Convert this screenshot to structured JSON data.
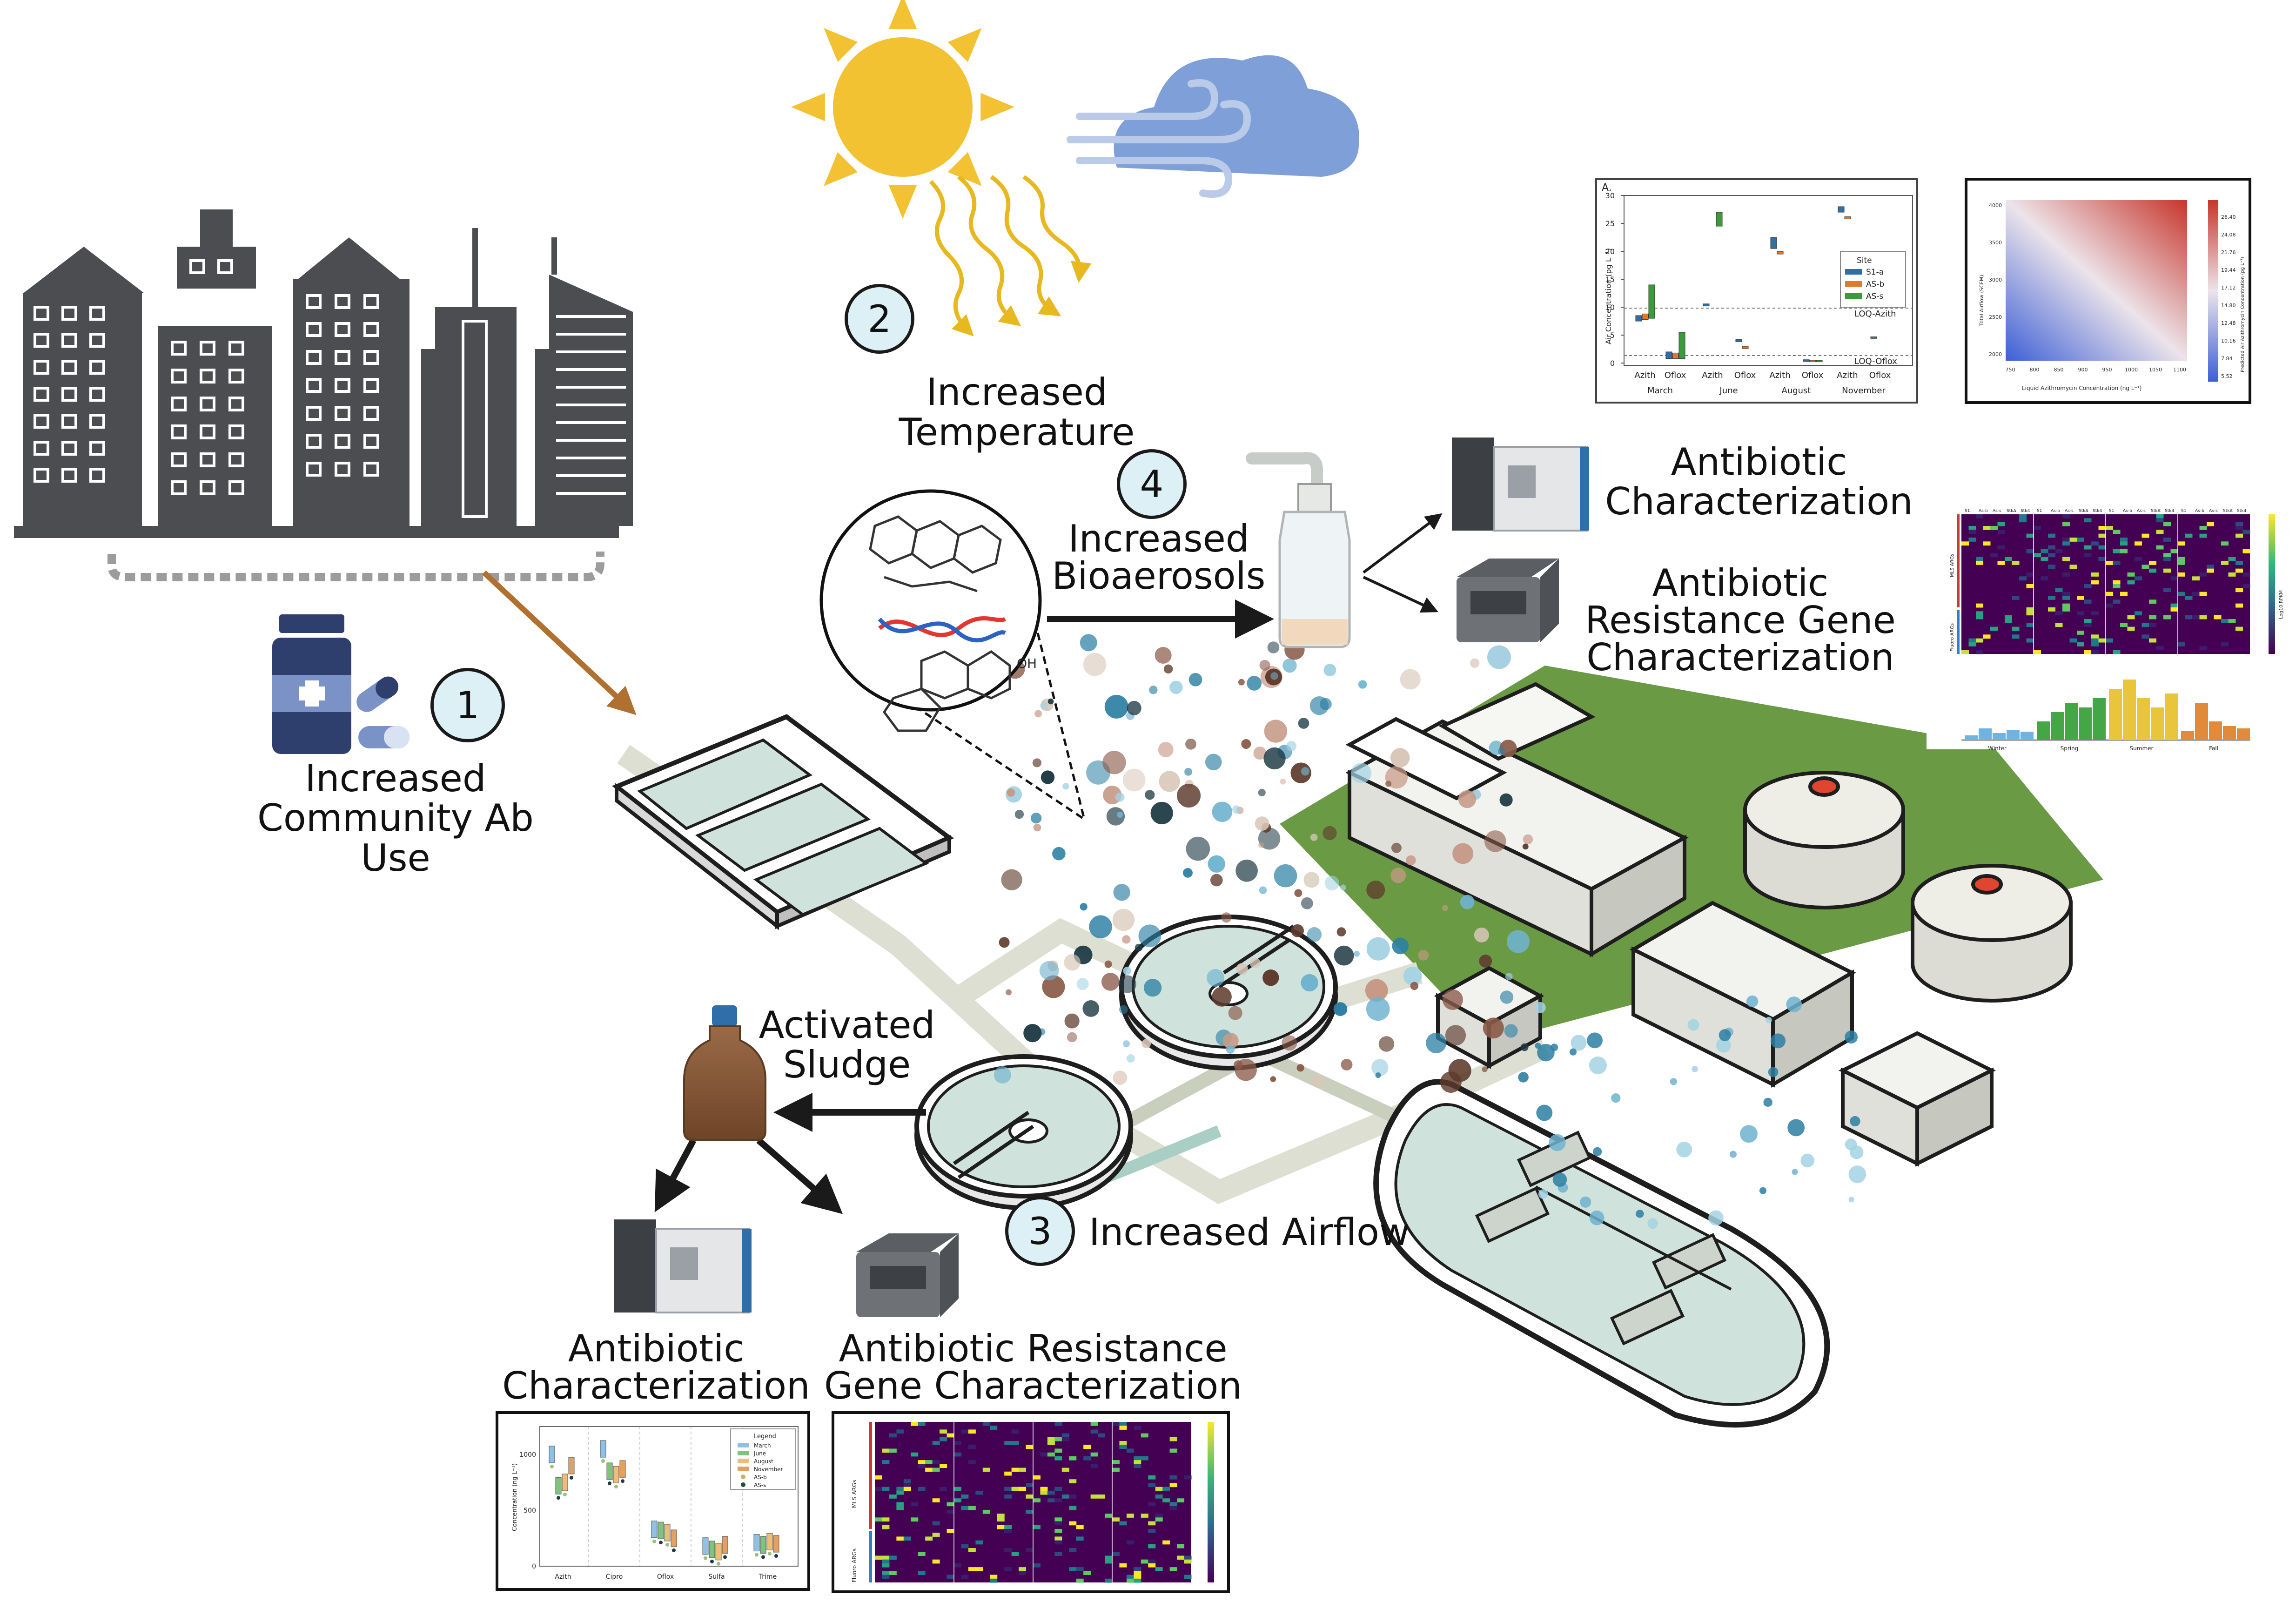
{
  "labels": {
    "temperature": "Increased Temperature",
    "community_line1": "Increased",
    "community_line2": "Community Ab Use",
    "bioaerosols_line1": "Increased",
    "bioaerosols_line2": "Bioaerosols",
    "airflow": "Increased Airflow",
    "sludge_line1": "Activated",
    "sludge_line2": "Sludge",
    "air_antibiotic_line1": "Antibiotic",
    "air_antibiotic_line2": "Characterization",
    "air_arg_line1": "Antibiotic",
    "air_arg_line2": "Resistance Gene",
    "air_arg_line3": "Characterization",
    "sludge_antibiotic_line1": "Antibiotic",
    "sludge_antibiotic_line2": "Characterization",
    "sludge_arg_line1": "Antibiotic Resistance",
    "sludge_arg_line2": "Gene Characterization"
  },
  "steps": [
    "1",
    "2",
    "3",
    "4"
  ],
  "molecule_label": "OH",
  "mini_charts": {
    "air_boxplot": {
      "panel_tag": "A.",
      "ylabel": "Air Concentration (pg L⁻¹)",
      "yticks": [
        "0",
        "5",
        "10",
        "15",
        "20",
        "25",
        "30"
      ],
      "drugs": [
        "Azith",
        "Oflox",
        "Azith",
        "Oflox",
        "Azith",
        "Oflox",
        "Azith",
        "Oflox"
      ],
      "months": [
        "March",
        "June",
        "August",
        "November"
      ],
      "legend_title": "Site",
      "legend": [
        "S1-a",
        "AS-b",
        "AS-s"
      ],
      "loq_azith": "LOQ-Azith",
      "loq_oflox": "LOQ-Oflox"
    },
    "airflow_heatmap": {
      "ylabel": "Total Airflow (SCFM)",
      "xlabel": "Liquid Azithromycin Concentration (ng L⁻¹)",
      "xticks": [
        "750",
        "800",
        "850",
        "900",
        "950",
        "1000",
        "1050",
        "1100"
      ],
      "yticks": [
        "4000",
        "3500",
        "3000",
        "2500",
        "2000"
      ],
      "colorbar_label": "Predicted Air Azithromycin Concentration (pg L⁻¹)",
      "colorbar_ticks": [
        "26.40",
        "24.08",
        "21.76",
        "19.44",
        "17.12",
        "14.80",
        "12.48",
        "10.16",
        "7.84",
        "5.52"
      ]
    },
    "air_arg_heatmap": {
      "col_labels": [
        "S1",
        "As-b",
        "As-s",
        "StkΔ",
        "Stk4"
      ],
      "row_group_labels": [
        "MLS ARGs",
        "Fluoro ARGs"
      ],
      "colorbar_label": "Log10 RPKM",
      "seasons": [
        "Winter",
        "Spring",
        "Summer",
        "Fall"
      ]
    },
    "sludge_boxplot": {
      "ylabel": "Concentration (ng L⁻¹)",
      "yticks": [
        "1000",
        "500",
        "0"
      ],
      "drugs": [
        "Azith",
        "Cipro",
        "Oflox",
        "Sulfa",
        "Trime"
      ],
      "legend_title": "Legend",
      "legend": [
        "March",
        "June",
        "August",
        "November",
        "AS-b",
        "AS-s"
      ]
    },
    "sludge_arg_heatmap": {
      "row_group_labels": [
        "MLS ARGs",
        "Fluoro ARGs"
      ]
    }
  },
  "colors": {
    "building": "#4b4d50",
    "sun": "#f2c233",
    "cloud": "#7f9fd8",
    "water": "#cfe3dc",
    "grass": "#6b9a44",
    "step_fill": "#dcf0f5",
    "azith": "#2f6ea8",
    "as_b": "#e07a2a",
    "as_s": "#3b9a3b"
  }
}
